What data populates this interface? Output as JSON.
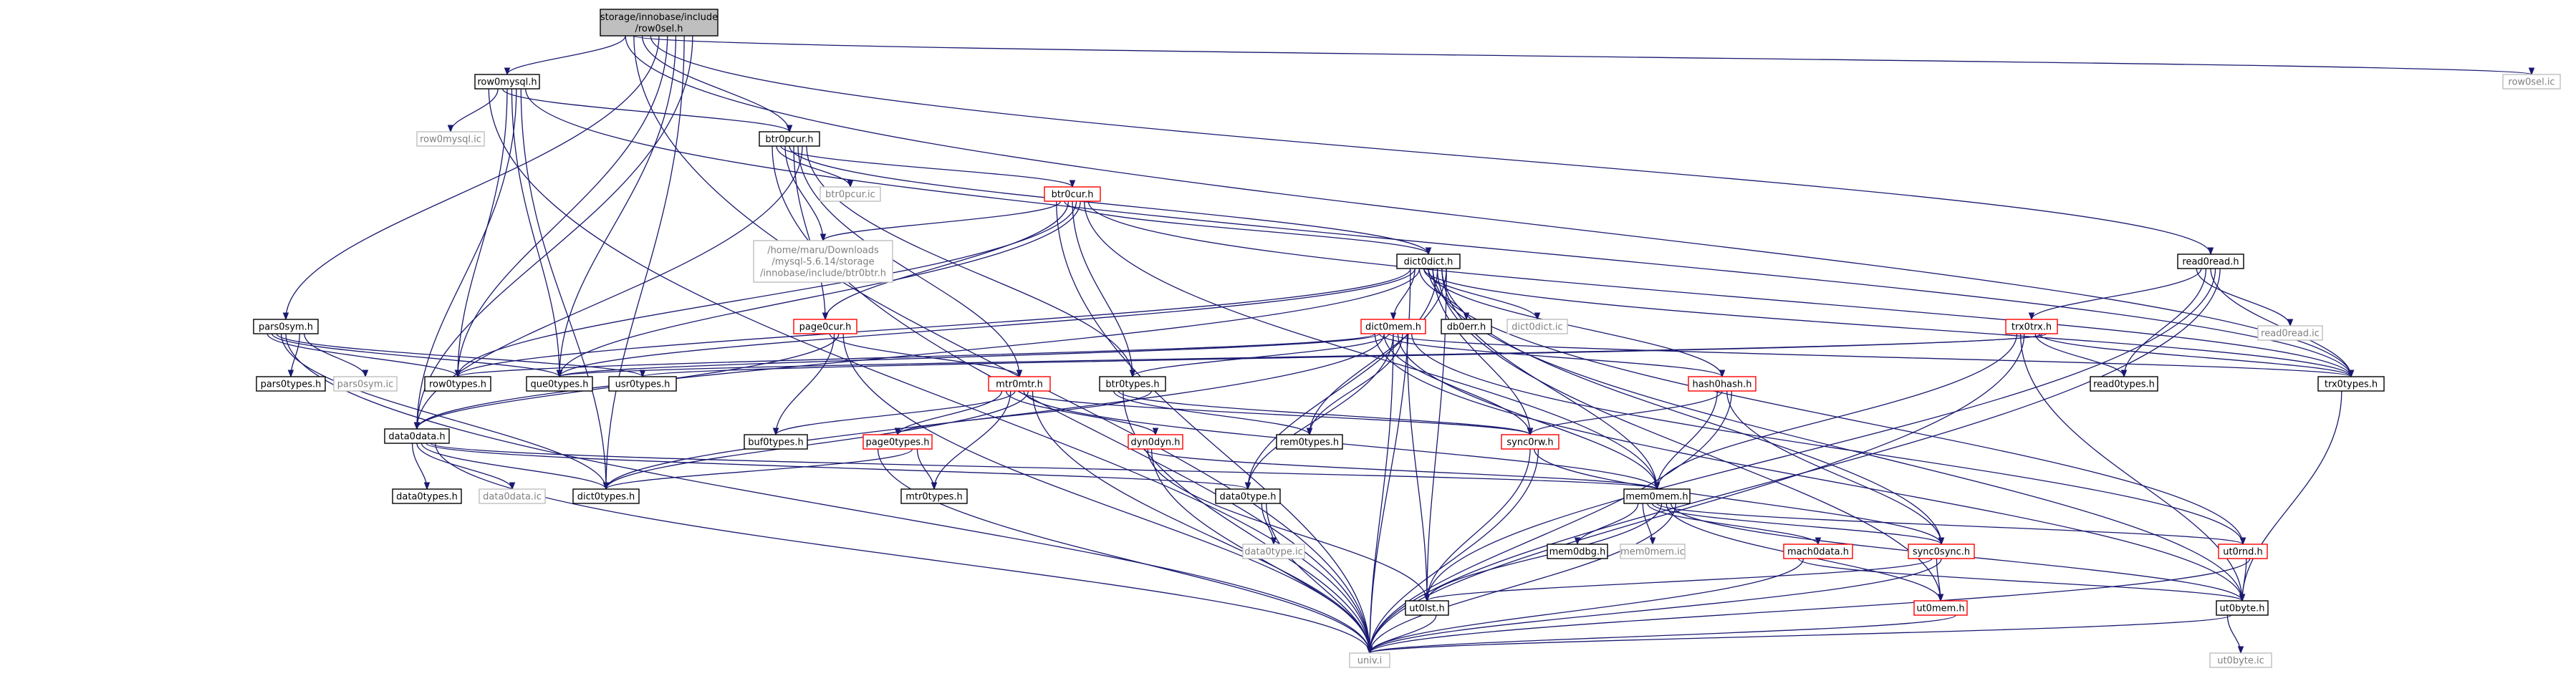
{
  "nodes": [
    {
      "id": "root",
      "lines": [
        "storage/innobase/include",
        "/row0sel.h"
      ],
      "style": "root"
    },
    {
      "id": "row0mysql",
      "lines": [
        "row0mysql.h"
      ],
      "style": "black"
    },
    {
      "id": "row0selic",
      "lines": [
        "row0sel.ic"
      ],
      "style": "grey"
    },
    {
      "id": "row0mysqlic",
      "lines": [
        "row0mysql.ic"
      ],
      "style": "grey"
    },
    {
      "id": "btr0pcur",
      "lines": [
        "btr0pcur.h"
      ],
      "style": "black"
    },
    {
      "id": "btr0pcuric",
      "lines": [
        "btr0pcur.ic"
      ],
      "style": "grey"
    },
    {
      "id": "btr0cur",
      "lines": [
        "btr0cur.h"
      ],
      "style": "red"
    },
    {
      "id": "btr0btr",
      "lines": [
        "/home/maru/Downloads",
        "/mysql-5.6.14/storage",
        "/innobase/include/btr0btr.h"
      ],
      "style": "grey"
    },
    {
      "id": "dict0dict",
      "lines": [
        "dict0dict.h"
      ],
      "style": "black"
    },
    {
      "id": "read0read",
      "lines": [
        "read0read.h"
      ],
      "style": "black"
    },
    {
      "id": "read0readic",
      "lines": [
        "read0read.ic"
      ],
      "style": "grey"
    },
    {
      "id": "pars0sym",
      "lines": [
        "pars0sym.h"
      ],
      "style": "black"
    },
    {
      "id": "pars0types",
      "lines": [
        "pars0types.h"
      ],
      "style": "black"
    },
    {
      "id": "pars0symic",
      "lines": [
        "pars0sym.ic"
      ],
      "style": "grey"
    },
    {
      "id": "row0types",
      "lines": [
        "row0types.h"
      ],
      "style": "black"
    },
    {
      "id": "que0types",
      "lines": [
        "que0types.h"
      ],
      "style": "black"
    },
    {
      "id": "usr0types",
      "lines": [
        "usr0types.h"
      ],
      "style": "black"
    },
    {
      "id": "page0cur",
      "lines": [
        "page0cur.h"
      ],
      "style": "red"
    },
    {
      "id": "dict0mem",
      "lines": [
        "dict0mem.h"
      ],
      "style": "red"
    },
    {
      "id": "db0err",
      "lines": [
        "db0err.h"
      ],
      "style": "black"
    },
    {
      "id": "dict0dictic",
      "lines": [
        "dict0dict.ic"
      ],
      "style": "grey"
    },
    {
      "id": "trx0trx",
      "lines": [
        "trx0trx.h"
      ],
      "style": "red"
    },
    {
      "id": "read0types",
      "lines": [
        "read0types.h"
      ],
      "style": "black"
    },
    {
      "id": "trx0types",
      "lines": [
        "trx0types.h"
      ],
      "style": "black"
    },
    {
      "id": "data0data",
      "lines": [
        "data0data.h"
      ],
      "style": "black"
    },
    {
      "id": "mtr0mtr",
      "lines": [
        "mtr0mtr.h"
      ],
      "style": "red"
    },
    {
      "id": "btr0types",
      "lines": [
        "btr0types.h"
      ],
      "style": "black"
    },
    {
      "id": "hash0hash",
      "lines": [
        "hash0hash.h"
      ],
      "style": "red"
    },
    {
      "id": "buf0types",
      "lines": [
        "buf0types.h"
      ],
      "style": "black"
    },
    {
      "id": "page0types",
      "lines": [
        "page0types.h"
      ],
      "style": "red"
    },
    {
      "id": "dyn0dyn",
      "lines": [
        "dyn0dyn.h"
      ],
      "style": "red"
    },
    {
      "id": "rem0types",
      "lines": [
        "rem0types.h"
      ],
      "style": "black"
    },
    {
      "id": "sync0rw",
      "lines": [
        "sync0rw.h"
      ],
      "style": "red"
    },
    {
      "id": "data0types",
      "lines": [
        "data0types.h"
      ],
      "style": "black"
    },
    {
      "id": "data0dataic",
      "lines": [
        "data0data.ic"
      ],
      "style": "grey"
    },
    {
      "id": "dict0types",
      "lines": [
        "dict0types.h"
      ],
      "style": "black"
    },
    {
      "id": "mtr0types",
      "lines": [
        "mtr0types.h"
      ],
      "style": "black"
    },
    {
      "id": "data0type",
      "lines": [
        "data0type.h"
      ],
      "style": "black"
    },
    {
      "id": "mem0mem",
      "lines": [
        "mem0mem.h"
      ],
      "style": "black"
    },
    {
      "id": "data0typeic",
      "lines": [
        "data0type.ic"
      ],
      "style": "grey"
    },
    {
      "id": "mem0dbg",
      "lines": [
        "mem0dbg.h"
      ],
      "style": "black"
    },
    {
      "id": "mem0memic",
      "lines": [
        "mem0mem.ic"
      ],
      "style": "grey"
    },
    {
      "id": "mach0data",
      "lines": [
        "mach0data.h"
      ],
      "style": "red"
    },
    {
      "id": "sync0sync",
      "lines": [
        "sync0sync.h"
      ],
      "style": "red"
    },
    {
      "id": "ut0rnd",
      "lines": [
        "ut0rnd.h"
      ],
      "style": "red"
    },
    {
      "id": "ut0lst",
      "lines": [
        "ut0lst.h"
      ],
      "style": "black"
    },
    {
      "id": "ut0mem",
      "lines": [
        "ut0mem.h"
      ],
      "style": "red"
    },
    {
      "id": "ut0byte",
      "lines": [
        "ut0byte.h"
      ],
      "style": "black"
    },
    {
      "id": "univ",
      "lines": [
        "univ.i"
      ],
      "style": "grey"
    },
    {
      "id": "ut0byteic",
      "lines": [
        "ut0byte.ic"
      ],
      "style": "grey"
    }
  ],
  "edges": [
    [
      "root",
      "row0mysql"
    ],
    [
      "root",
      "row0selic"
    ],
    [
      "root",
      "btr0pcur"
    ],
    [
      "root",
      "read0read"
    ],
    [
      "root",
      "pars0sym"
    ],
    [
      "root",
      "row0types"
    ],
    [
      "root",
      "que0types"
    ],
    [
      "root",
      "dict0types"
    ],
    [
      "root",
      "data0data"
    ],
    [
      "root",
      "trx0types"
    ],
    [
      "root",
      "univ"
    ],
    [
      "row0mysql",
      "row0mysqlic"
    ],
    [
      "row0mysql",
      "btr0pcur"
    ],
    [
      "row0mysql",
      "row0types"
    ],
    [
      "row0mysql",
      "que0types"
    ],
    [
      "row0mysql",
      "data0data"
    ],
    [
      "row0mysql",
      "dict0types"
    ],
    [
      "row0mysql",
      "trx0types"
    ],
    [
      "row0mysql",
      "univ"
    ],
    [
      "btr0pcur",
      "btr0pcuric"
    ],
    [
      "btr0pcur",
      "btr0cur"
    ],
    [
      "btr0pcur",
      "btr0btr"
    ],
    [
      "btr0pcur",
      "dict0dict"
    ],
    [
      "btr0pcur",
      "page0cur"
    ],
    [
      "btr0pcur",
      "mtr0mtr"
    ],
    [
      "btr0pcur",
      "data0data"
    ],
    [
      "btr0pcur",
      "btr0types"
    ],
    [
      "btr0pcur",
      "univ"
    ],
    [
      "btr0cur",
      "btr0btr"
    ],
    [
      "btr0cur",
      "dict0dict"
    ],
    [
      "btr0cur",
      "page0cur"
    ],
    [
      "btr0cur",
      "btr0types"
    ],
    [
      "btr0cur",
      "row0types"
    ],
    [
      "btr0cur",
      "que0types"
    ],
    [
      "btr0cur",
      "mem0mem"
    ],
    [
      "btr0cur",
      "trx0types"
    ],
    [
      "btr0cur",
      "univ"
    ],
    [
      "dict0dict",
      "dict0mem"
    ],
    [
      "dict0dict",
      "db0err"
    ],
    [
      "dict0dict",
      "dict0dictic"
    ],
    [
      "dict0dict",
      "hash0hash"
    ],
    [
      "dict0dict",
      "sync0rw"
    ],
    [
      "dict0dict",
      "data0type"
    ],
    [
      "dict0dict",
      "mem0mem"
    ],
    [
      "dict0dict",
      "rem0types"
    ],
    [
      "dict0dict",
      "row0types"
    ],
    [
      "dict0dict",
      "que0types"
    ],
    [
      "dict0dict",
      "data0data"
    ],
    [
      "dict0dict",
      "trx0types"
    ],
    [
      "dict0dict",
      "ut0rnd"
    ],
    [
      "dict0dict",
      "ut0byte"
    ],
    [
      "dict0dict",
      "ut0mem"
    ],
    [
      "dict0dict",
      "sync0sync"
    ],
    [
      "dict0dict",
      "ut0lst"
    ],
    [
      "dict0dict",
      "univ"
    ],
    [
      "read0read",
      "read0readic"
    ],
    [
      "read0read",
      "trx0trx"
    ],
    [
      "read0read",
      "read0types"
    ],
    [
      "read0read",
      "trx0types"
    ],
    [
      "read0read",
      "ut0lst"
    ],
    [
      "read0read",
      "univ"
    ],
    [
      "pars0sym",
      "pars0types"
    ],
    [
      "pars0sym",
      "pars0symic"
    ],
    [
      "pars0sym",
      "row0types"
    ],
    [
      "pars0sym",
      "que0types"
    ],
    [
      "pars0sym",
      "usr0types"
    ],
    [
      "pars0sym",
      "dict0types"
    ],
    [
      "pars0sym",
      "univ"
    ],
    [
      "page0cur",
      "mtr0mtr"
    ],
    [
      "page0cur",
      "buf0types"
    ],
    [
      "page0cur",
      "data0data"
    ],
    [
      "page0cur",
      "univ"
    ],
    [
      "dict0mem",
      "row0types"
    ],
    [
      "dict0mem",
      "que0types"
    ],
    [
      "dict0mem",
      "dict0types"
    ],
    [
      "dict0mem",
      "btr0types"
    ],
    [
      "dict0mem",
      "data0type"
    ],
    [
      "dict0mem",
      "mem0mem"
    ],
    [
      "dict0mem",
      "rem0types"
    ],
    [
      "dict0mem",
      "ut0lst"
    ],
    [
      "dict0mem",
      "ut0rnd"
    ],
    [
      "dict0mem",
      "ut0byte"
    ],
    [
      "dict0mem",
      "hash0hash"
    ],
    [
      "dict0mem",
      "sync0rw"
    ],
    [
      "dict0mem",
      "trx0types"
    ],
    [
      "dict0mem",
      "univ"
    ],
    [
      "trx0trx",
      "read0types"
    ],
    [
      "trx0trx",
      "trx0types"
    ],
    [
      "trx0trx",
      "usr0types"
    ],
    [
      "trx0trx",
      "que0types"
    ],
    [
      "trx0trx",
      "mem0mem"
    ],
    [
      "trx0trx",
      "ut0byte"
    ],
    [
      "trx0trx",
      "univ"
    ],
    [
      "data0data",
      "data0types"
    ],
    [
      "data0data",
      "data0dataic"
    ],
    [
      "data0data",
      "dict0types"
    ],
    [
      "data0data",
      "data0type"
    ],
    [
      "data0data",
      "mem0mem"
    ],
    [
      "data0data",
      "univ"
    ],
    [
      "mtr0mtr",
      "page0types"
    ],
    [
      "mtr0mtr",
      "dyn0dyn"
    ],
    [
      "mtr0mtr",
      "mtr0types"
    ],
    [
      "mtr0mtr",
      "buf0types"
    ],
    [
      "mtr0mtr",
      "sync0rw"
    ],
    [
      "mtr0mtr",
      "mem0mem"
    ],
    [
      "mtr0mtr",
      "dict0types"
    ],
    [
      "mtr0mtr",
      "univ"
    ],
    [
      "btr0types",
      "page0types"
    ],
    [
      "btr0types",
      "rem0types"
    ],
    [
      "btr0types",
      "sync0rw"
    ],
    [
      "btr0types",
      "univ"
    ],
    [
      "hash0hash",
      "mem0mem"
    ],
    [
      "hash0hash",
      "sync0rw"
    ],
    [
      "hash0hash",
      "sync0sync"
    ],
    [
      "hash0hash",
      "univ"
    ],
    [
      "page0types",
      "dict0types"
    ],
    [
      "page0types",
      "mtr0types"
    ],
    [
      "page0types",
      "univ"
    ],
    [
      "dyn0dyn",
      "mem0mem"
    ],
    [
      "dyn0dyn",
      "ut0lst"
    ],
    [
      "dyn0dyn",
      "univ"
    ],
    [
      "sync0rw",
      "ut0lst"
    ],
    [
      "sync0rw",
      "sync0sync"
    ],
    [
      "sync0rw",
      "univ"
    ],
    [
      "data0type",
      "data0typeic"
    ],
    [
      "data0type",
      "univ"
    ],
    [
      "mem0mem",
      "mem0dbg"
    ],
    [
      "mem0mem",
      "mem0memic"
    ],
    [
      "mem0mem",
      "mach0data"
    ],
    [
      "mem0mem",
      "sync0sync"
    ],
    [
      "mem0mem",
      "ut0rnd"
    ],
    [
      "mem0mem",
      "ut0lst"
    ],
    [
      "mem0mem",
      "ut0mem"
    ],
    [
      "mem0mem",
      "ut0byte"
    ],
    [
      "mem0mem",
      "univ"
    ],
    [
      "mach0data",
      "ut0byte"
    ],
    [
      "mach0data",
      "univ"
    ],
    [
      "sync0sync",
      "ut0lst"
    ],
    [
      "sync0sync",
      "ut0mem"
    ],
    [
      "sync0sync",
      "univ"
    ],
    [
      "ut0rnd",
      "ut0byte"
    ],
    [
      "ut0rnd",
      "univ"
    ],
    [
      "ut0lst",
      "univ"
    ],
    [
      "ut0mem",
      "univ"
    ],
    [
      "ut0byte",
      "ut0byteic"
    ],
    [
      "ut0byte",
      "univ"
    ],
    [
      "trx0types",
      "ut0byte"
    ]
  ]
}
